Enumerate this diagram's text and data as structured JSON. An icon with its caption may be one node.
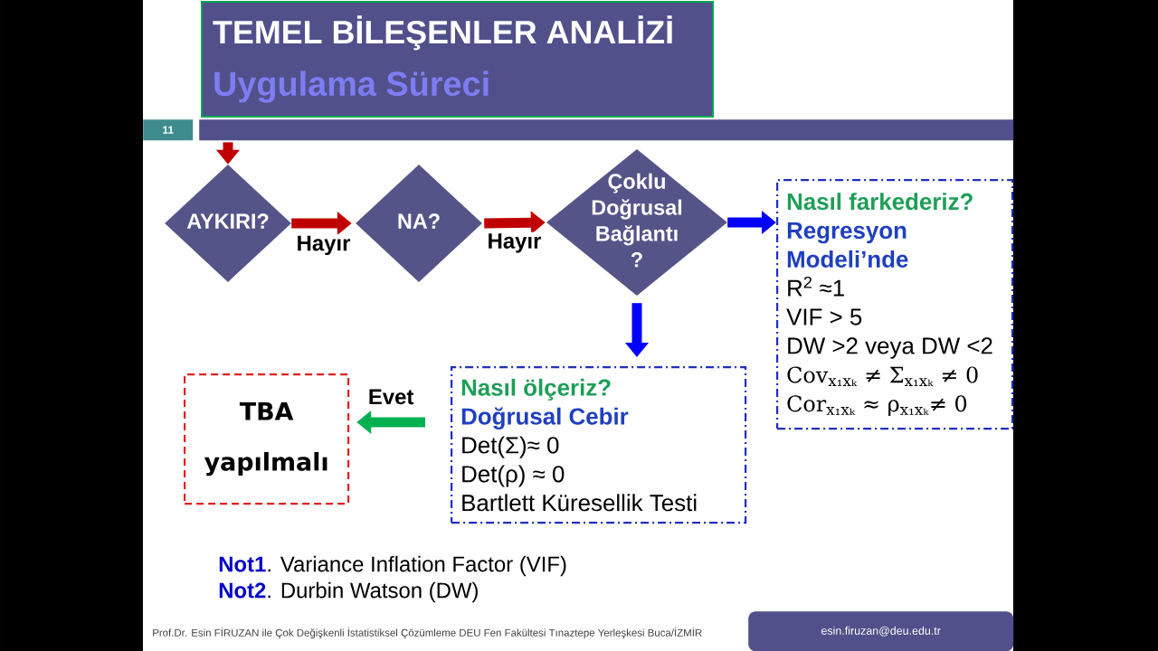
{
  "diagram": {
    "nodes": [
      {
        "text": [
          "TEMEL BİLEŞENLER ANALİZİ",
          "Uygulama Süreci"
        ]
      },
      {
        "text": [
          "11"
        ]
      },
      {
        "text": [],
        "shape": "bar"
      },
      {
        "text": [
          "AYKIRI?"
        ]
      },
      {
        "text": [
          "NA?"
        ]
      },
      {
        "text": [
          "Çoklu Doğrusal Bağlantı ?"
        ]
      },
      {
        "text": [
          "Nasıl farkederiz?",
          "Regresyon Modeli’nde",
          "R$^{2}$ ≈1",
          "VIF > 5",
          "DW >2 veya DW <2",
          "Cov$_{x₁xₖ}$ ≠ Σ$_{x₁xₖ}$ ≠ 0",
          "Cor$_{x₁xₖ}$ ≈ ρ$_{x₁xₖ}$≠ 0"
        ]
      },
      {
        "text": [
          "Nasıl ölçeriz?",
          "Doğrusal Cebir",
          "Det(Σ)≈ 0",
          "Det(ρ) ≈ 0",
          "Bartlett Küresellik Testi"
        ]
      },
      {
        "text": [
          "TBA yapılmalı"
        ]
      },
      {
        "text": [
          "esin.firuzan@deu.edu.tr"
        ]
      }
    ],
    "edges": [
      {
        "from": 2,
        "to": 3,
        "arrow": "to"
      },
      {
        "from": 3,
        "to": 4,
        "arrow": "to",
        "label": "Hayır"
      },
      {
        "from": 4,
        "to": 5,
        "arrow": "to",
        "label": "Hayır"
      },
      {
        "from": 5,
        "to": 6,
        "arrow": "to",
        "color": "#0000ff"
      },
      {
        "from": 5,
        "to": 7,
        "arrow": "to",
        "color": "#0000ff"
      },
      {
        "from": 7,
        "to": 8,
        "arrow": "to",
        "label": "Evet",
        "color": "#00b050"
      }
    ],
    "labels": [
      "**Not1**. Variance Inflation Factor (VIF)",
      "**Not2**. Durbin Watson (DW)",
      "Prof.Dr. Esin FİRUZAN ile Çok Değişkenli İstatistiksel Çözümleme DEU Fen Fakültesi Tınaztepe Yerleşkesi Buca/İZMİR"
    ]
  }
}
